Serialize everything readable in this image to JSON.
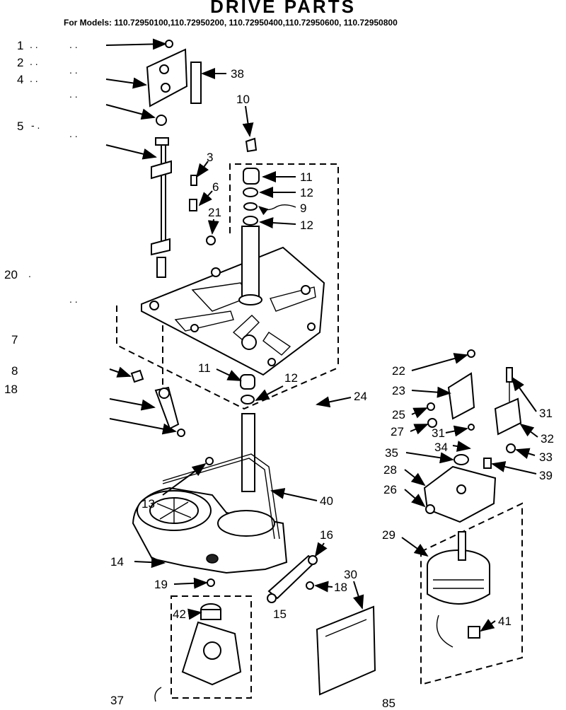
{
  "title": "DRIVE PARTS",
  "models": "For Models: 110.72950100,110.72950200, 110.72950400,110.72950600, 110.72950800",
  "footer": "85",
  "callouts": [
    "1",
    "2",
    "4",
    "5",
    "20",
    "7",
    "8",
    "18",
    "3",
    "6",
    "21",
    "10",
    "11",
    "12",
    "9",
    "12",
    "38",
    "11",
    "12",
    "24",
    "13",
    "40",
    "14",
    "19",
    "16",
    "18",
    "15",
    "42",
    "37",
    "30",
    "22",
    "23",
    "25",
    "27",
    "31",
    "34",
    "31",
    "32",
    "33",
    "35",
    "39",
    "28",
    "26",
    "29",
    "41"
  ]
}
